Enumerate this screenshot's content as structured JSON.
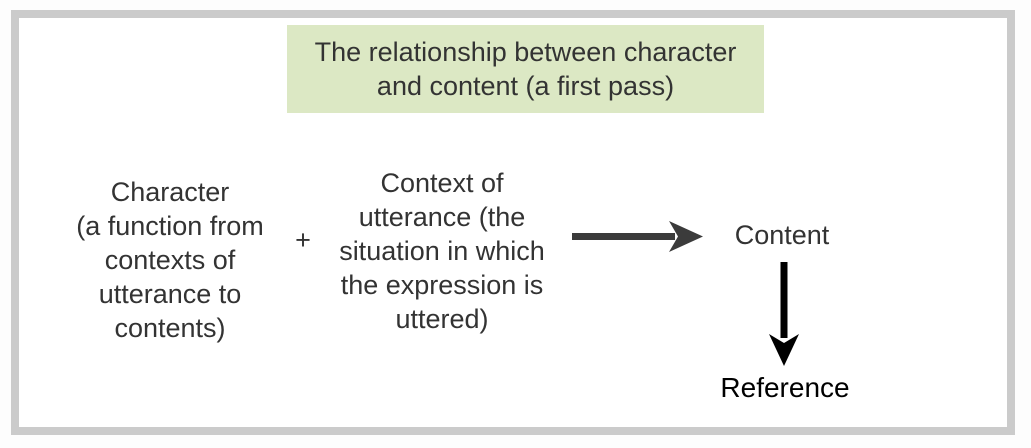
{
  "diagram": {
    "title": {
      "lines": [
        "The relationship between character",
        "and content (a first pass)"
      ]
    },
    "character_block": {
      "lines": [
        "Character",
        "(a function from",
        "contexts of",
        "utterance to",
        "contents)"
      ]
    },
    "plus_sign": "+",
    "context_block": {
      "lines": [
        "Context of",
        "utterance (the",
        "situation in which",
        "the expression is",
        "uttered)"
      ]
    },
    "content_label": "Content",
    "reference_label": "Reference",
    "colors": {
      "frame_border": "#cbcbcb",
      "title_background": "#dce8c4",
      "body_text": "#333333",
      "right_arrow": "#3b3b3b",
      "down_arrow": "#000000",
      "page_background": "#ffffff"
    }
  }
}
